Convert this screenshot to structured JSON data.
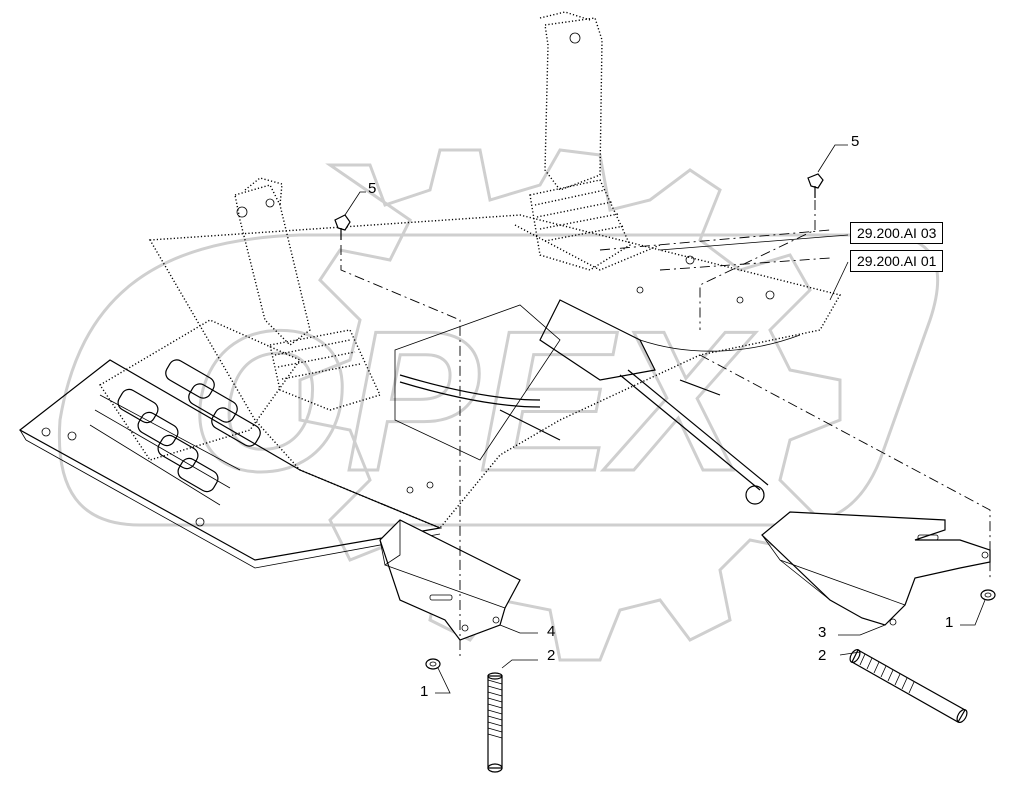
{
  "reference_labels": [
    "29.200.AI 03",
    "29.200.AI 01"
  ],
  "callouts": {
    "c1_left": "1",
    "c1_right": "1",
    "c2_left": "2",
    "c2_right": "2",
    "c3": "3",
    "c4": "4",
    "c5_left": "5",
    "c5_right": "5"
  },
  "watermark": "OPEX"
}
